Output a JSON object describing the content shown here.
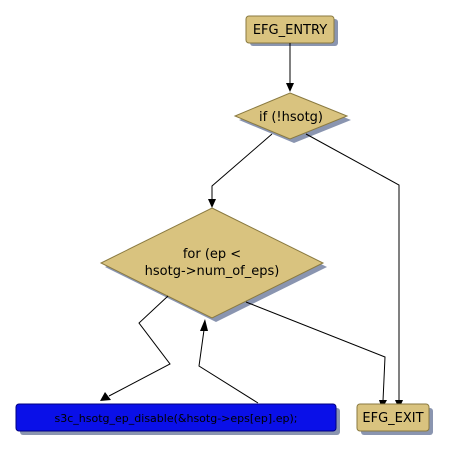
{
  "nodes": {
    "entry": "EFG_ENTRY",
    "if_hsotg": "if (!hsotg)",
    "for_loop_line1": "for (ep <",
    "for_loop_line2": "hsotg->num_of_eps)",
    "call": "s3c_hsotg_ep_disable(&hsotg->eps[ep].ep);",
    "exit": "EFG_EXIT"
  },
  "colors": {
    "node_fill": "#d9c37f",
    "node_stroke": "#8a7a40",
    "call_fill": "#0a10e8",
    "shadow": "#8a95b0",
    "edge": "#000000"
  }
}
